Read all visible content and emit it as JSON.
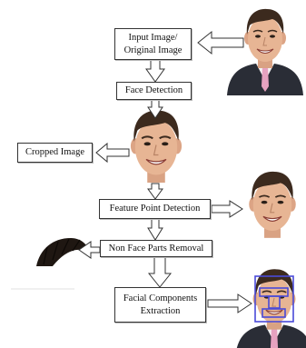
{
  "nodes": {
    "input_image": "Input Image/\nOriginal Image",
    "face_detection": "Face Detection",
    "cropped_image": "Cropped Image",
    "feature_point_detection": "Feature Point Detection",
    "non_face_parts_removal": "Non Face Parts Removal",
    "facial_components_extraction": "Facial Components\nExtraction"
  },
  "colors": {
    "detection_boxes": "#4a4ad8",
    "suit": "#2a2d36",
    "shirt": "#f2f2f2",
    "tie": "#e6a2c0",
    "skin": "#e7b594",
    "hair": "#3c2a1e"
  }
}
